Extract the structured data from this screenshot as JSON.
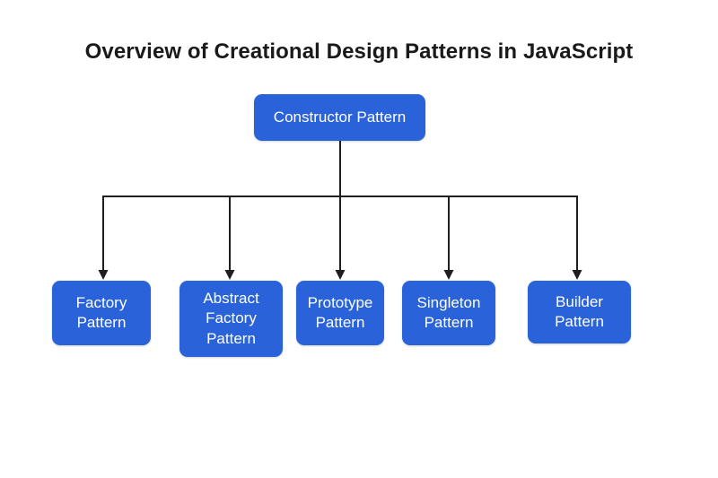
{
  "diagram": {
    "title": "Overview of Creational Design Patterns in JavaScript",
    "root": {
      "label": "Constructor Pattern"
    },
    "children": [
      {
        "label": "Factory Pattern"
      },
      {
        "label": "Abstract Factory Pattern"
      },
      {
        "label": "Prototype Pattern"
      },
      {
        "label": "Singleton Pattern"
      },
      {
        "label": "Builder Pattern"
      }
    ],
    "colors": {
      "background": "#FFFFFF",
      "node_fill": "#2962D9",
      "node_text": "#FFFFFF",
      "connector": "#1F1F1F",
      "title_text": "#1A1A1A"
    }
  }
}
